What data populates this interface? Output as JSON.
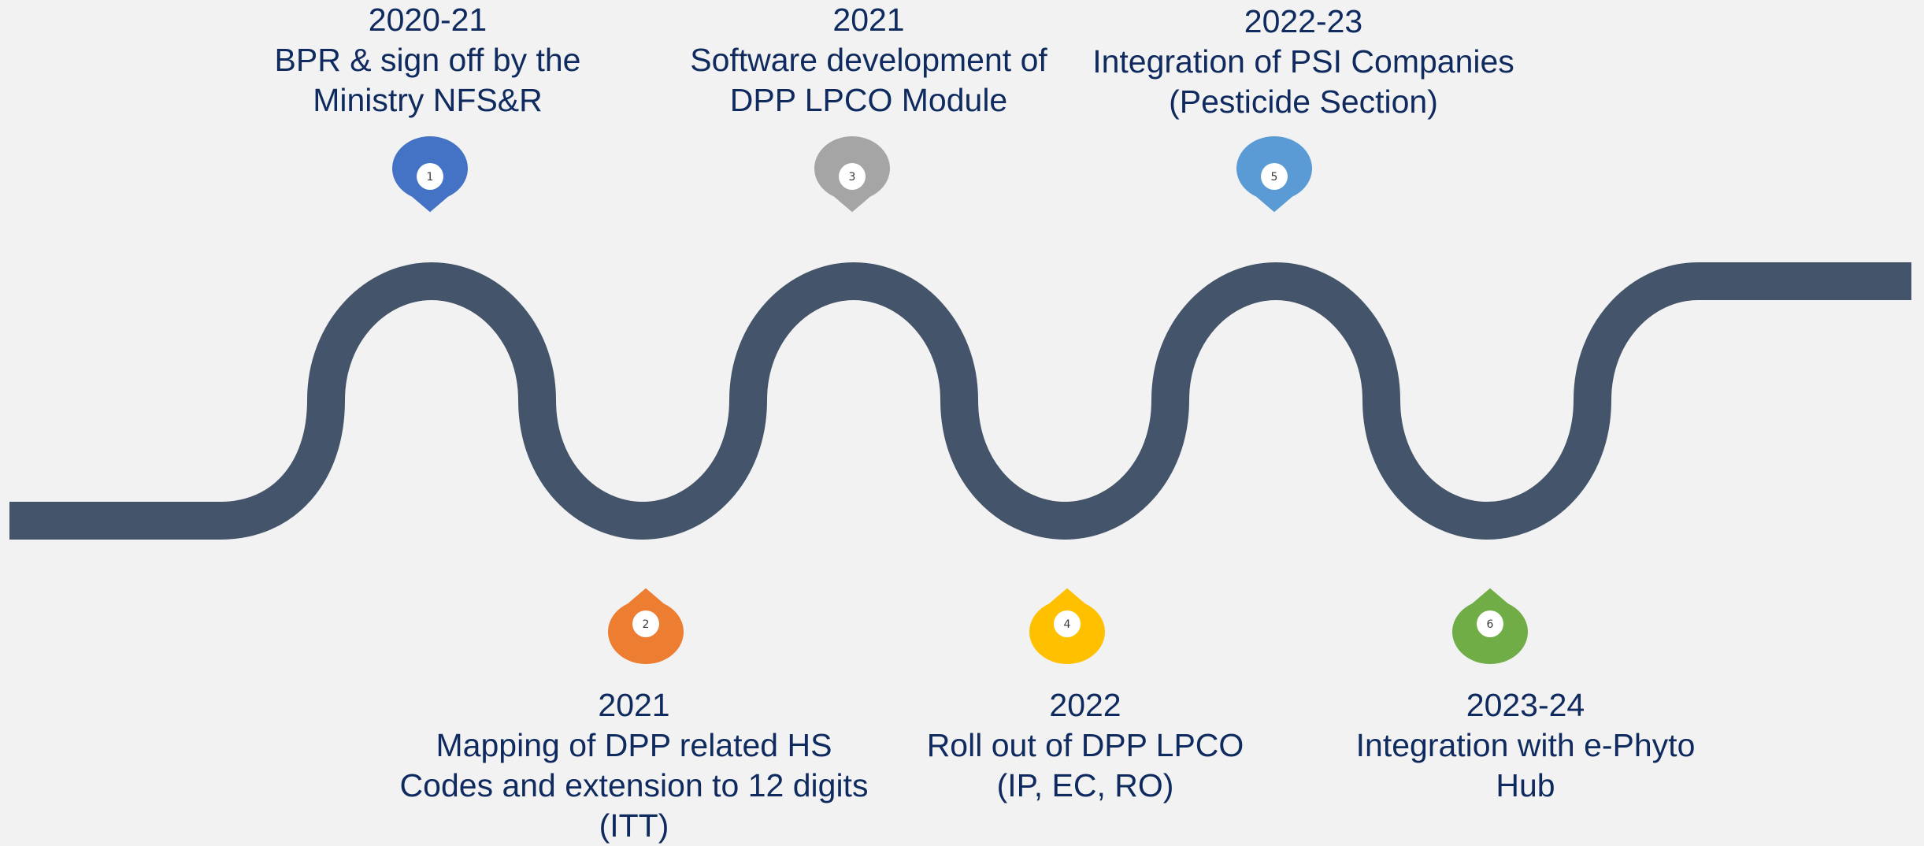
{
  "milestones": [
    {
      "num": "1",
      "year": "2020-21",
      "desc": "BPR & sign off by the\nMinistry NFS&R",
      "color": "#4472c4"
    },
    {
      "num": "2",
      "year": "2021",
      "desc": "Mapping of DPP related HS\nCodes and extension to 12 digits\n(ITT)",
      "color": "#ed7d31"
    },
    {
      "num": "3",
      "year": "2021",
      "desc": "Software development of\nDPP LPCO Module",
      "color": "#a5a5a5"
    },
    {
      "num": "4",
      "year": "2022",
      "desc": "Roll out of DPP LPCO\n(IP, EC, RO)",
      "color": "#ffc000"
    },
    {
      "num": "5",
      "year": "2022-23",
      "desc": "Integration of PSI Companies\n(Pesticide Section)",
      "color": "#5b9bd5"
    },
    {
      "num": "6",
      "year": "2023-24",
      "desc": "Integration with e-Phyto\nHub",
      "color": "#70ad47"
    }
  ],
  "road_color": "#44546a"
}
